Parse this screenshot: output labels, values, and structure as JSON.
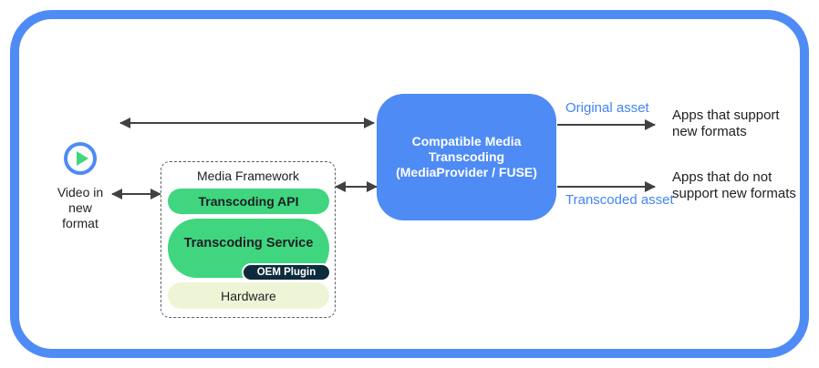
{
  "colors": {
    "accent_blue": "#4e8bf5",
    "label_blue": "#4285f4",
    "green": "#3fd67f",
    "dark_navy": "#0e2b3d",
    "pale_yellow": "#eef5d7",
    "arrow_gray": "#3f4245",
    "text_black": "#202124"
  },
  "source": {
    "label": "Video in\nnew\nformat"
  },
  "framework": {
    "title": "Media Framework",
    "api": "Transcoding API",
    "service": "Transcoding Service",
    "oem": "OEM Plugin",
    "hardware": "Hardware"
  },
  "transcoder": {
    "label": "Compatible Media\nTranscoding\n(MediaProvider / FUSE)"
  },
  "outputs": {
    "original_label": "Original asset",
    "original_target": "Apps that support\nnew formats",
    "transcoded_label": "Transcoded asset",
    "transcoded_target": "Apps that do not\nsupport new formats"
  }
}
